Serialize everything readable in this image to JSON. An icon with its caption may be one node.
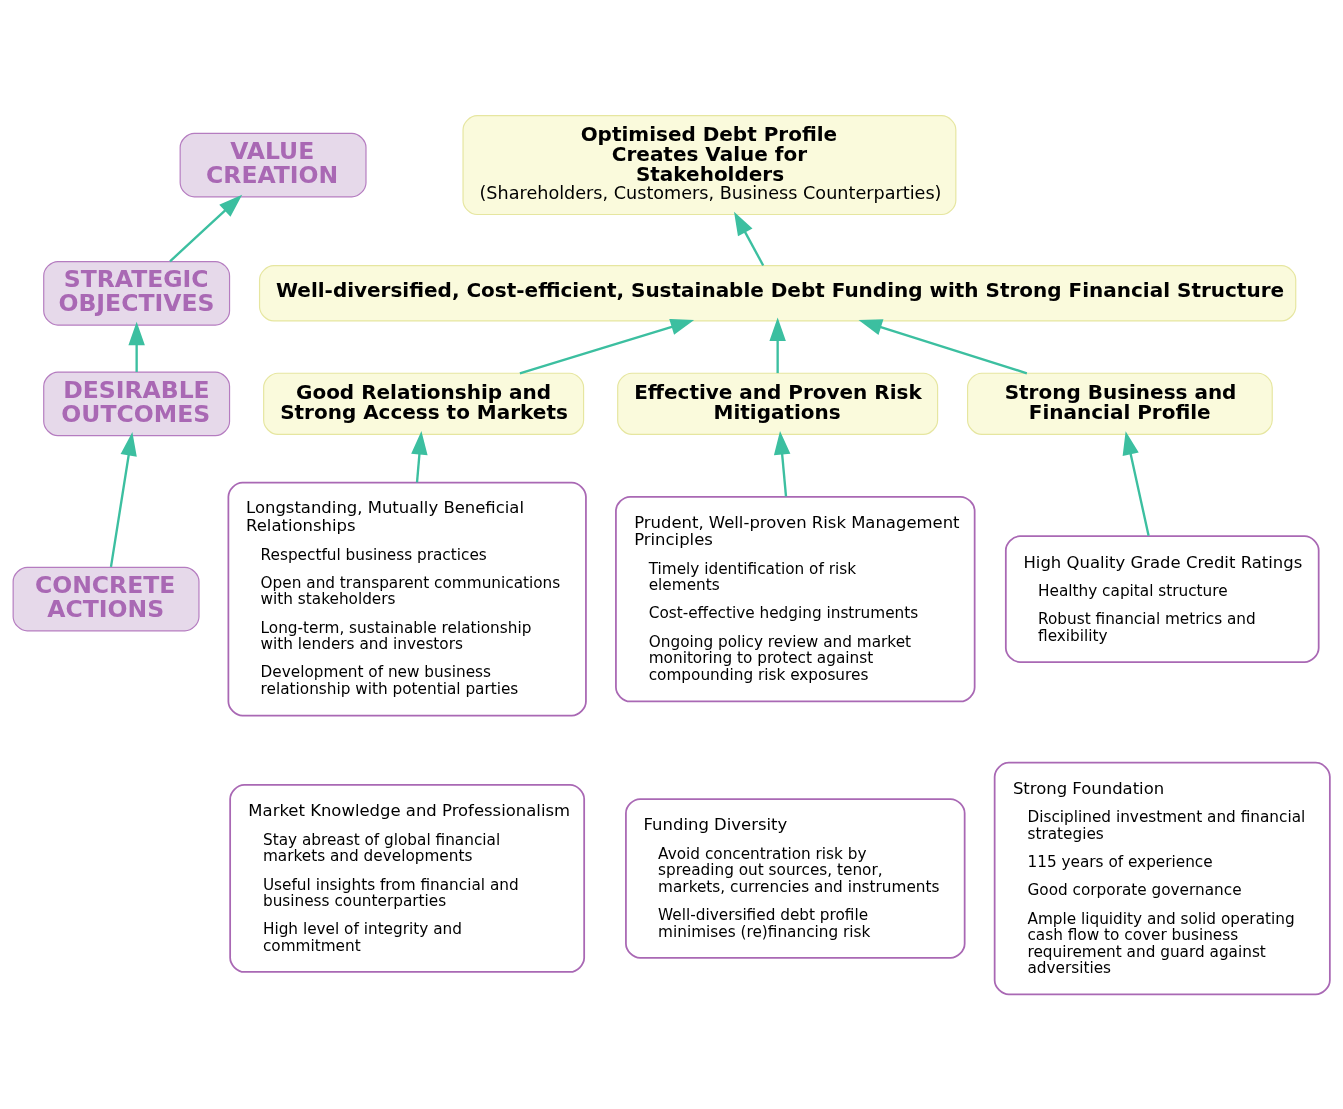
{
  "diagram": {
    "nodes": [
      {
        "text": [
          "VALUE CREATION"
        ]
      },
      {
        "text": [
          "Optimised Debt Profile Creates Value for Stakeholders",
          "(Shareholders, Customers, Business Counterparties)"
        ]
      },
      {
        "text": [
          "STRATEGIC OBJECTIVES"
        ]
      },
      {
        "text": [
          "Well-diversified, Cost-efficient, Sustainable Debt Funding with Strong Financial Structure"
        ]
      },
      {
        "text": [
          "DESIRABLE OUTCOMES"
        ]
      },
      {
        "text": [
          "Good Relationship and Strong Access to Markets"
        ]
      },
      {
        "text": [
          "Effective and Proven Risk Mitigations"
        ]
      },
      {
        "text": [
          "Strong Business and Financial Profile"
        ]
      },
      {
        "text": [
          "CONCRETE ACTIONS"
        ]
      },
      {
        "text": [
          "Longstanding, Mutually Beneficial Relationships",
          "Respectful business practices",
          "Open and transparent communications with stakeholders",
          "Long-term, sustainable relationship with lenders and investors",
          "Development of new business relationship with potential parties"
        ]
      },
      {
        "text": [
          "Prudent, Well-proven Risk Management Principles",
          "Timely identification of risk elements",
          "Cost-effective hedging instruments",
          "Ongoing policy review and market monitoring to protect against compounding risk exposures"
        ]
      },
      {
        "text": [
          "High Quality Grade Credit Ratings",
          "Healthy capital structure",
          "Robust financial metrics and flexibility"
        ]
      },
      {
        "text": [
          "Market Knowledge and Professionalism",
          "Stay abreast of global financial markets and developments",
          "Useful insights from financial and business counterparties",
          "High level of integrity and commitment"
        ]
      },
      {
        "text": [
          "Funding Diversity",
          "Avoid concentration risk by spreading out sources, tenor, markets, currencies and instruments",
          "Well-diversified debt profile minimises (re)financing risk"
        ]
      },
      {
        "text": [
          "Strong Foundation",
          "Disciplined investment and financial strategies",
          "115 years of experience",
          "Good corporate governance",
          "Ample liquidity and solid operating cash flow to cover business requirement and guard against adversities"
        ]
      }
    ],
    "edges": [
      {
        "from": 8,
        "to": 4,
        "arrow": "to"
      },
      {
        "from": 4,
        "to": 2,
        "arrow": "to"
      },
      {
        "from": 2,
        "to": 0,
        "arrow": "to"
      },
      {
        "from": 9,
        "to": 5,
        "arrow": "to"
      },
      {
        "from": 10,
        "to": 6,
        "arrow": "to"
      },
      {
        "from": 11,
        "to": 7,
        "arrow": "to"
      },
      {
        "from": 5,
        "to": 3,
        "arrow": "to"
      },
      {
        "from": 6,
        "to": 3,
        "arrow": "to"
      },
      {
        "from": 7,
        "to": 3,
        "arrow": "to"
      },
      {
        "from": 3,
        "to": 1,
        "arrow": "to"
      }
    ]
  }
}
